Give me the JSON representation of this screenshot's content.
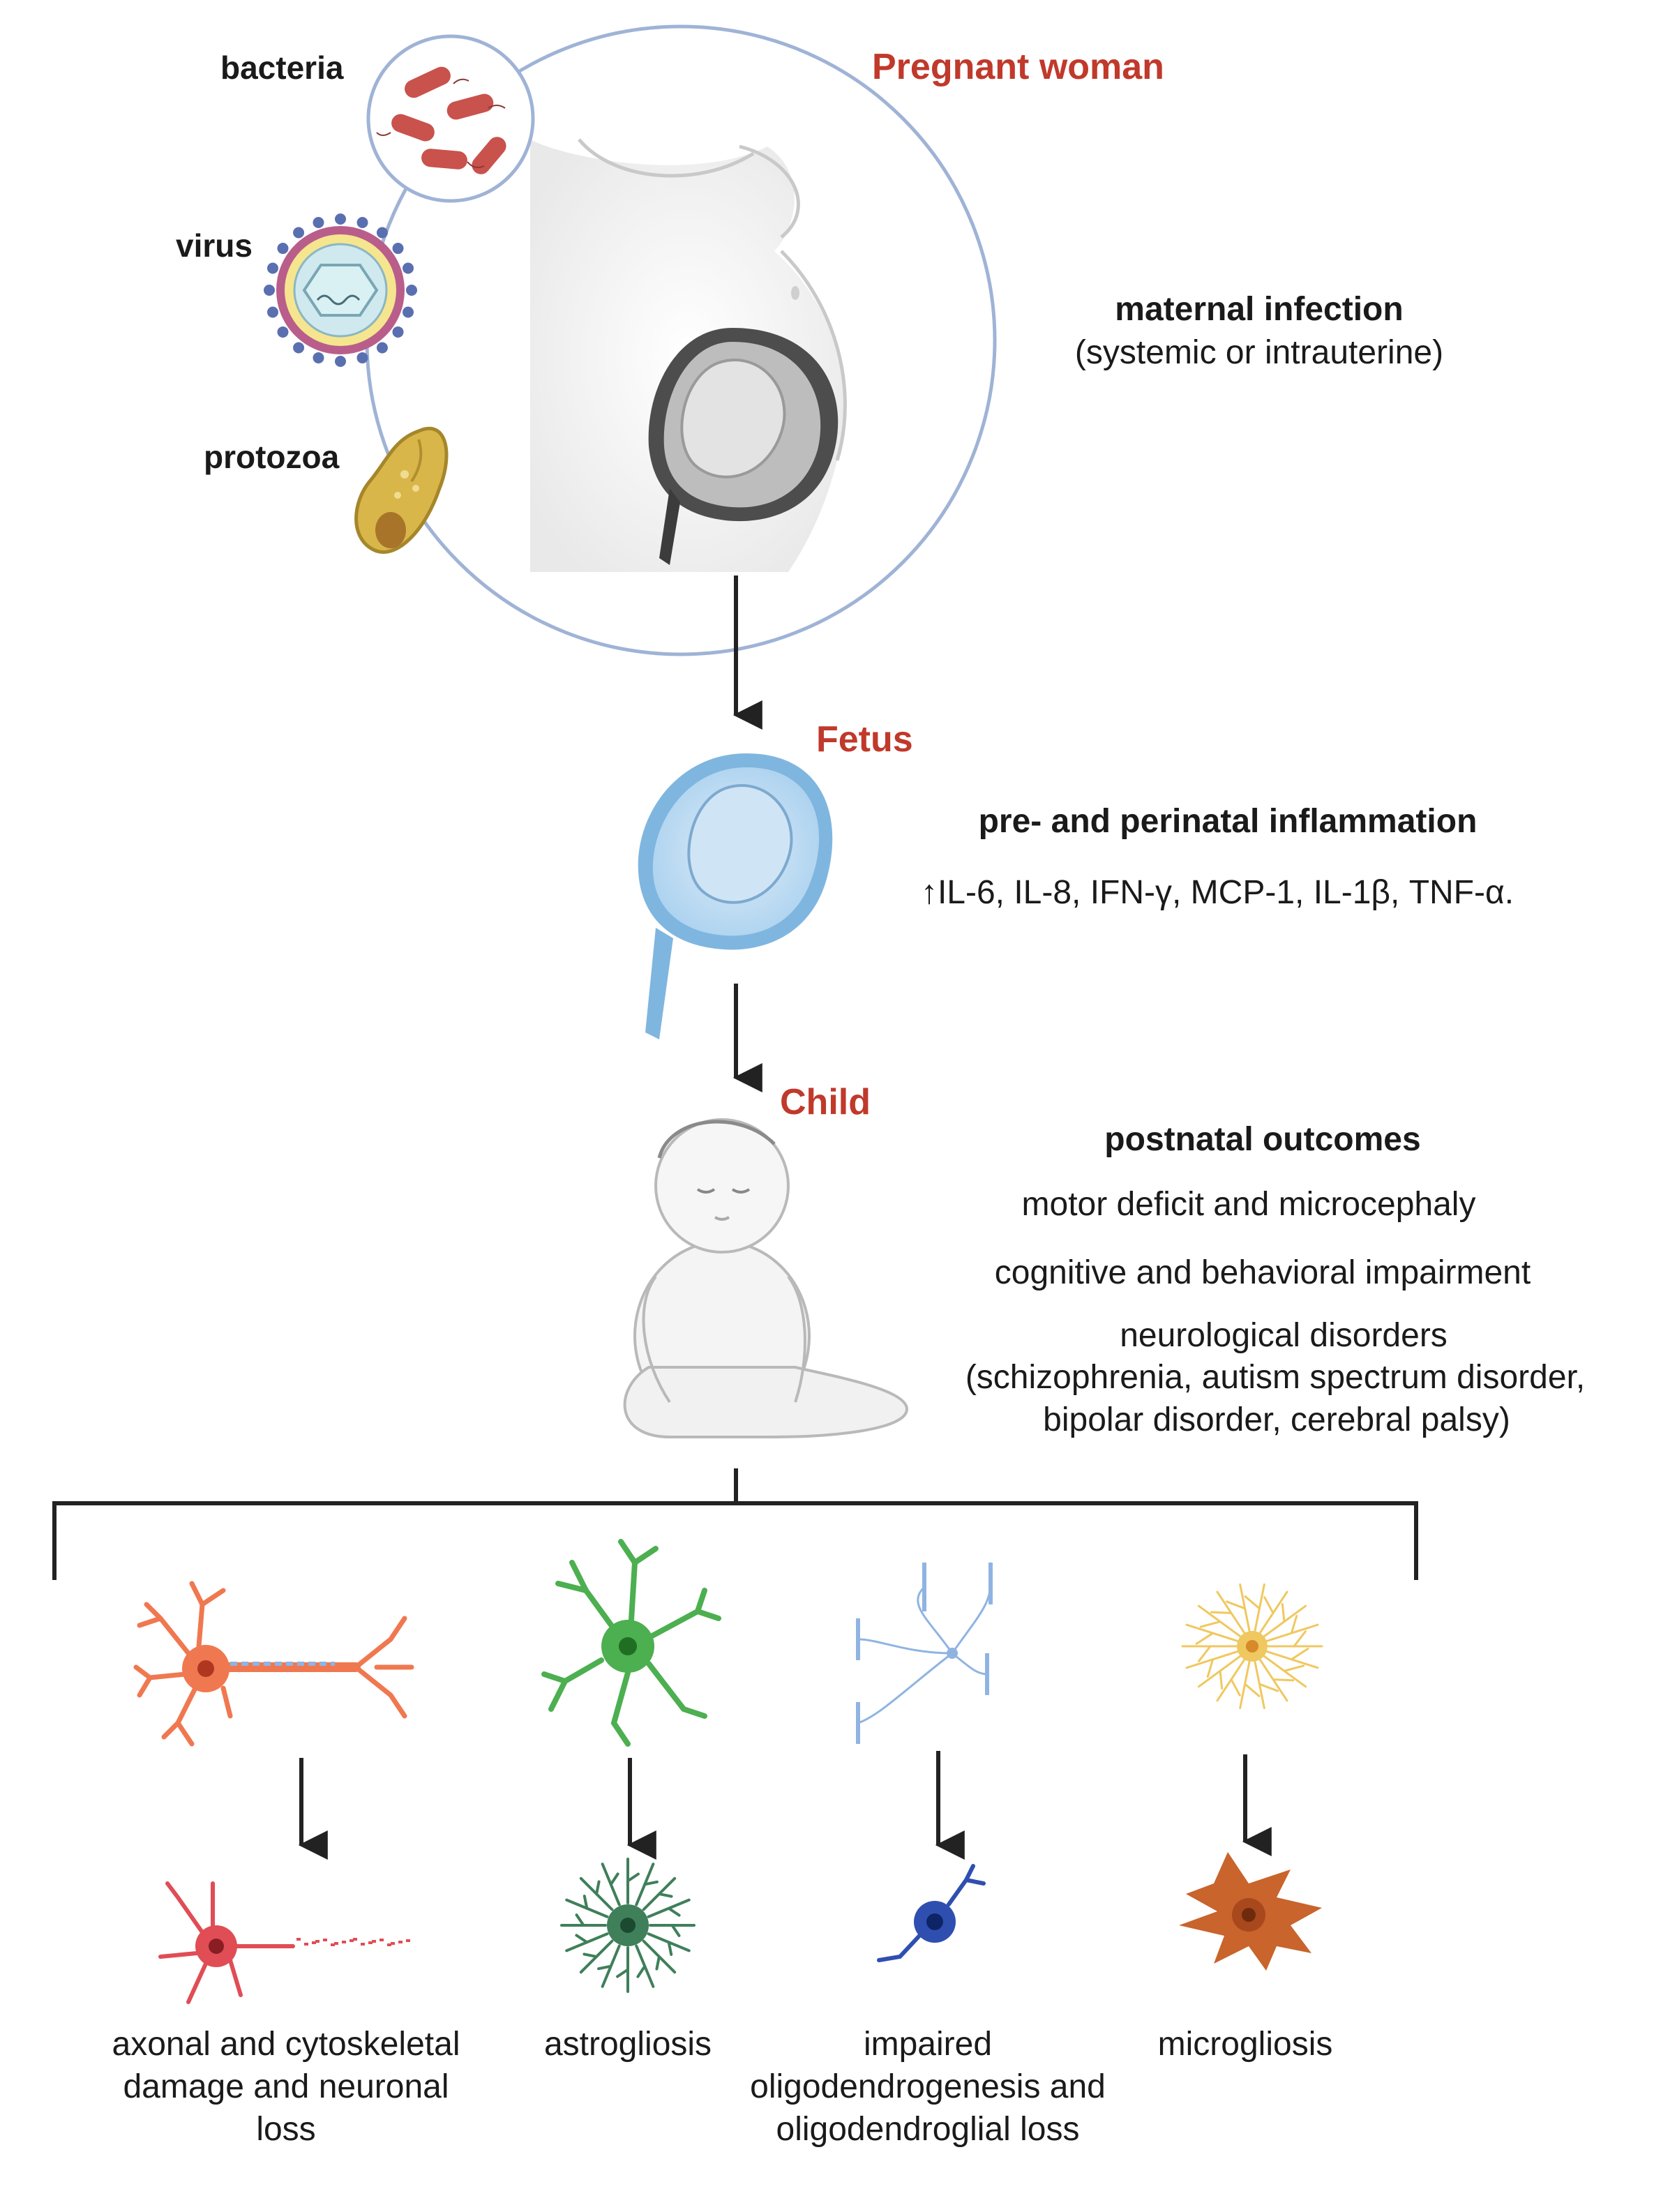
{
  "pathogens": {
    "bacteria": "bacteria",
    "virus": "virus",
    "protozoa": "protozoa"
  },
  "stages": {
    "pregnant_woman": "Pregnant woman",
    "fetus": "Fetus",
    "child": "Child"
  },
  "maternal": {
    "heading": "maternal infection",
    "subtitle": "(systemic or intrauterine)"
  },
  "inflammation": {
    "heading": "pre- and perinatal inflammation",
    "cytokines": "↑IL-6, IL-8, IFN-γ, MCP-1, IL-1β, TNF-α."
  },
  "postnatal": {
    "heading": "postnatal outcomes",
    "outcome_1": "motor deficit and microcephaly",
    "outcome_2": "cognitive and behavioral impairment",
    "outcome_3_line1": "neurological disorders",
    "outcome_3_line2": "(schizophrenia, autism spectrum disorder,",
    "outcome_3_line3": "bipolar disorder,  cerebral palsy)"
  },
  "cell_outcomes": [
    {
      "label": "axonal and cytoskeletal damage and neuronal loss"
    },
    {
      "label": "astrogliosis"
    },
    {
      "label": "impaired oligodendrogenesis and oligodendroglial loss"
    },
    {
      "label": "microgliosis"
    }
  ],
  "colors": {
    "accent_red": "#c0392b",
    "circle_outline": "#9fb3d6",
    "neuron": "#f07850",
    "damaged_neuron": "#e04d55",
    "astrocyte": "#4caf50",
    "reactive_astrocyte": "#3f7f5a",
    "oligodendrocyte": "#8fb4e2",
    "oligo_impaired": "#2f4fb0",
    "microglia": "#f0c860",
    "reactive_microglia": "#c8642c",
    "fetus_blue": "#9cc8ea"
  }
}
